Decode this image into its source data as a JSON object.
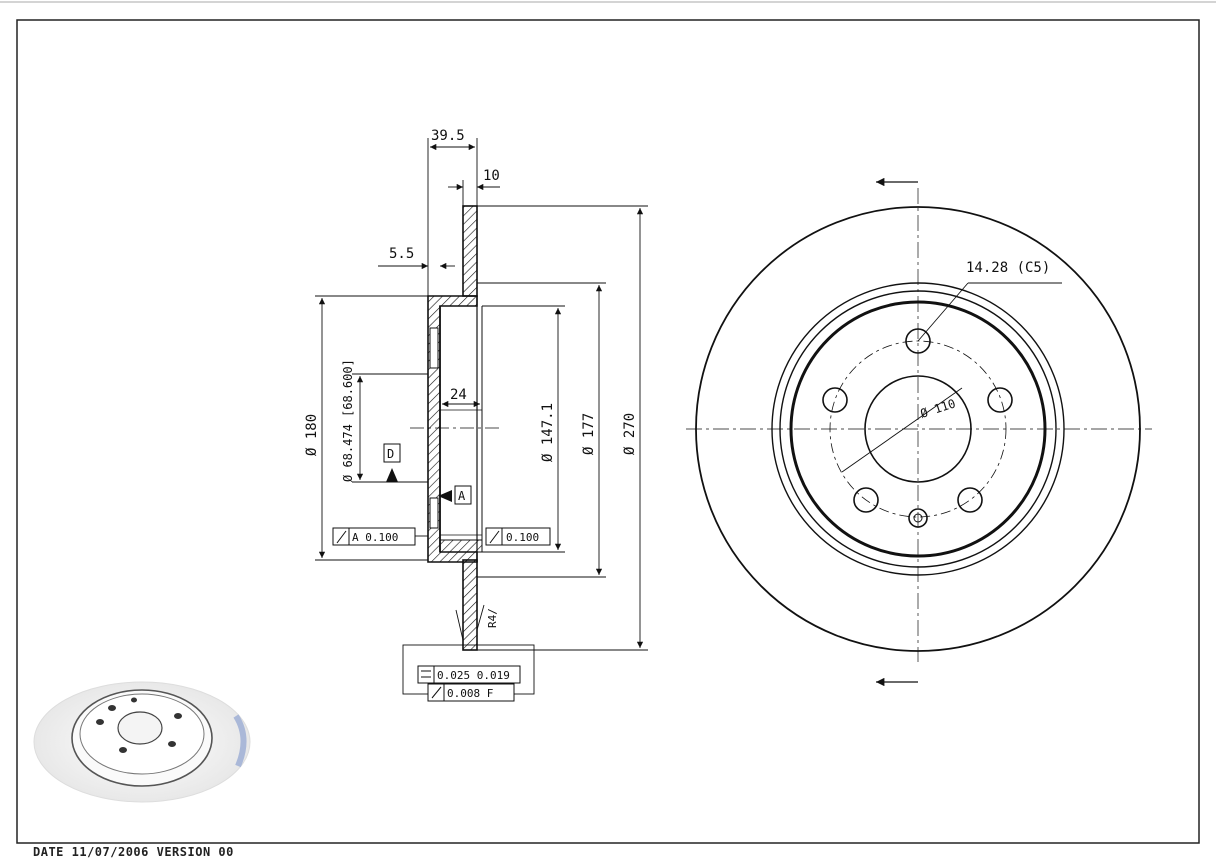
{
  "dimensions": {
    "overall_width": "39.5",
    "disc_thickness": "10",
    "hat_wall": "5.5",
    "hub_bore_depth": "24",
    "bolt_hole": "14.28 (C5)",
    "center_bore": "Ø 68.474 [68.600]",
    "hat_diameter": "Ø 180",
    "inner_diameter": "Ø 147.1",
    "diameter_177": "Ø 177",
    "outer_diameter": "Ø 270",
    "center_circle": "Ø 110"
  },
  "datums": {
    "d": "D",
    "a": "A"
  },
  "tolerances": {
    "left_runout": "A 0.100",
    "right_runout": "0.100",
    "parallelism": "0.025 0.019",
    "flatness": "0.008 F",
    "surface": "R4/"
  },
  "footer": "DATE 11/07/2006 VERSION 00"
}
